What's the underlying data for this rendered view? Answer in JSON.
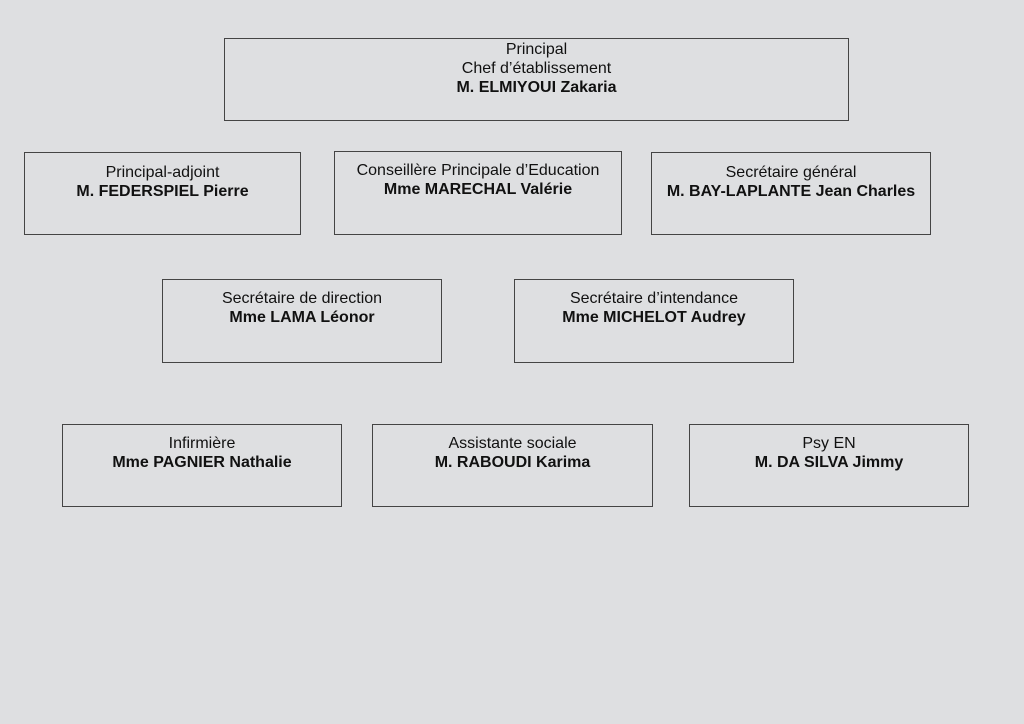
{
  "principal": {
    "role": "Principal",
    "subrole": "Chef d’établissement",
    "name": "M. ELMIYOUI Zakaria"
  },
  "adjoint": {
    "role": "Principal-adjoint",
    "name": "M. FEDERSPIEL Pierre"
  },
  "cpe": {
    "role": "Conseillère Principale d’Education",
    "name": "Mme MARECHAL Valérie"
  },
  "secretaire_general": {
    "role": "Secrétaire général",
    "name": "M. BAY-LAPLANTE Jean Charles"
  },
  "secretaire_direction": {
    "role": "Secrétaire de direction",
    "name": "Mme LAMA Léonor"
  },
  "secretaire_intendance": {
    "role": "Secrétaire d’intendance",
    "name": "Mme MICHELOT Audrey"
  },
  "infirmiere": {
    "role": "Infirmière",
    "name": "Mme PAGNIER Nathalie"
  },
  "assistante_sociale": {
    "role": "Assistante sociale",
    "name": "M. RABOUDI Karima"
  },
  "psy_en": {
    "role": "Psy EN",
    "name": "M. DA SILVA Jimmy"
  }
}
